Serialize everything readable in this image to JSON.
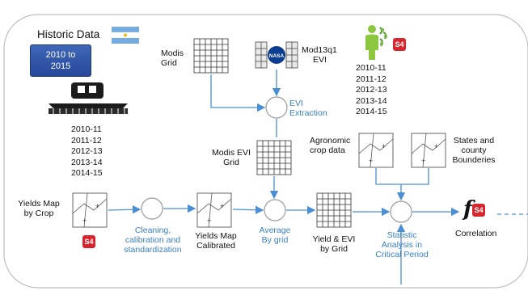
{
  "historic": {
    "title": "Historic Data",
    "year_range_top": "2010 to",
    "year_range_bottom": "2015"
  },
  "harvester_years": [
    "2010-11",
    "2011-12",
    "2012-13",
    "2013-14",
    "2014-15"
  ],
  "evi_years": [
    "2010-11",
    "2011-12",
    "2012-13",
    "2013-14",
    "2014-15"
  ],
  "labels": {
    "modis_grid_1": "Modis",
    "modis_grid_2": "Grid",
    "mod13_1": "Mod13q1",
    "mod13_2": "EVI",
    "nasa": "NASA",
    "evi_extraction_1": "EVI",
    "evi_extraction_2": "Extraction",
    "modis_evi_grid_1": "Modis EVI",
    "modis_evi_grid_2": "Grid",
    "agronomic_1": "Agronomic",
    "agronomic_2": "crop data",
    "states_1": "States and",
    "states_2": "county",
    "states_3": "Bounderies",
    "yields_map_1": "Yields Map",
    "yields_map_2": "by Crop",
    "cleaning_1": "Cleaning,",
    "cleaning_2": "calibration and",
    "cleaning_3": "standardization",
    "calibrated_1": "Yields Map",
    "calibrated_2": "Calibrated",
    "average_1": "Average",
    "average_2": "By grid",
    "yield_evi_1": "Yield & EVI",
    "yield_evi_2": "by Grid",
    "statistic_1": "Statistic",
    "statistic_2": "Analysis in",
    "statistic_3": "Critical Period",
    "correlation": "Correlation",
    "s4": "S4",
    "fs4_f": "f",
    "fs4_s": "S4"
  },
  "colors": {
    "arrow": "#4a8fd4",
    "node_stroke": "#9a9a9a",
    "process_text": "#3a7fc4",
    "button": "#2f55a8",
    "badge": "#d7262e"
  }
}
